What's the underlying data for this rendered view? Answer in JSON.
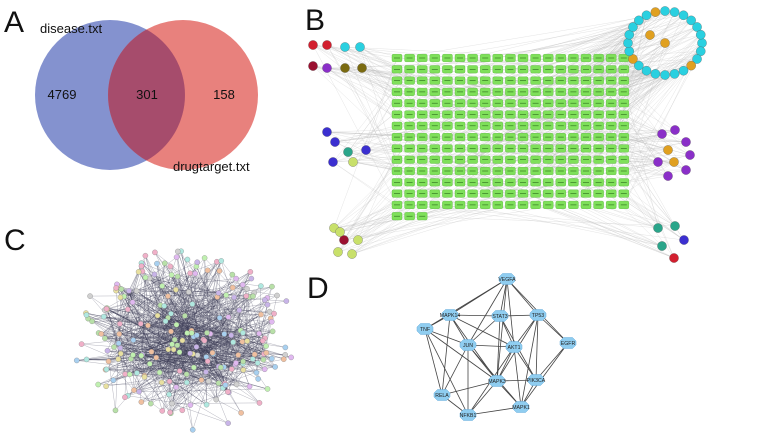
{
  "panels": {
    "A": {
      "letter": "A",
      "left_set": {
        "label": "disease.txt",
        "color": "#6f7fc7",
        "only_count": "4769"
      },
      "right_set": {
        "label": "drugtarget.txt",
        "color": "#e46b66",
        "only_count": "158"
      },
      "overlap_count": "301",
      "overlap_color": "#a34a6b"
    },
    "B": {
      "letter": "B",
      "node_color_targets": "#7fe05a",
      "ingredient_colors": [
        "#2ad0e0",
        "#e0a020",
        "#8a2fc8",
        "#3b2fd0",
        "#d21f2f",
        "#7a6a10",
        "#2aa58a",
        "#c8e06a",
        "#9a1030"
      ]
    },
    "C": {
      "letter": "C"
    },
    "D": {
      "letter": "D",
      "node_color": "#8fcdf0",
      "nodes": [
        "VEGFA",
        "MAPK14",
        "STAT3",
        "TP53",
        "TNF",
        "JUN",
        "AKT1",
        "EGFR",
        "MAPK3",
        "PIK3CA",
        "RELA",
        "NFKB1",
        "MAPK1"
      ]
    }
  }
}
